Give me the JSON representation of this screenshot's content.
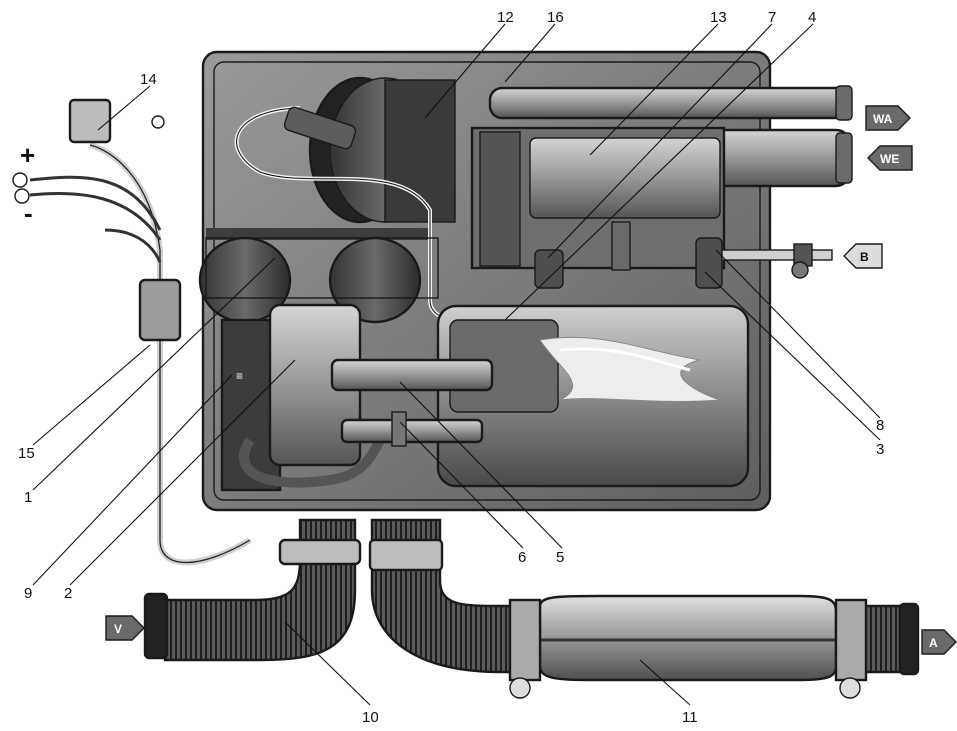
{
  "signs": {
    "plus": "+",
    "minus": "-"
  },
  "flow_tags": {
    "wa": "WA",
    "we": "WE",
    "b": "B",
    "v": "V",
    "a": "A"
  },
  "callouts": [
    {
      "id": "c1",
      "text": "1"
    },
    {
      "id": "c2",
      "text": "2"
    },
    {
      "id": "c3",
      "text": "3"
    },
    {
      "id": "c4",
      "text": "4"
    },
    {
      "id": "c5",
      "text": "5"
    },
    {
      "id": "c6",
      "text": "6"
    },
    {
      "id": "c7",
      "text": "7"
    },
    {
      "id": "c8",
      "text": "8"
    },
    {
      "id": "c9",
      "text": "9"
    },
    {
      "id": "c10",
      "text": "10"
    },
    {
      "id": "c11",
      "text": "11"
    },
    {
      "id": "c12",
      "text": "12"
    },
    {
      "id": "c13",
      "text": "13"
    },
    {
      "id": "c14",
      "text": "14"
    },
    {
      "id": "c15",
      "text": "15"
    },
    {
      "id": "c16",
      "text": "16"
    }
  ],
  "colors": {
    "housing": "#8a8a8a",
    "housing_dark": "#4d4d4d",
    "pipe": "#b0b0b0",
    "line": "#1a1a1a",
    "flame": "#e8e8e8"
  }
}
